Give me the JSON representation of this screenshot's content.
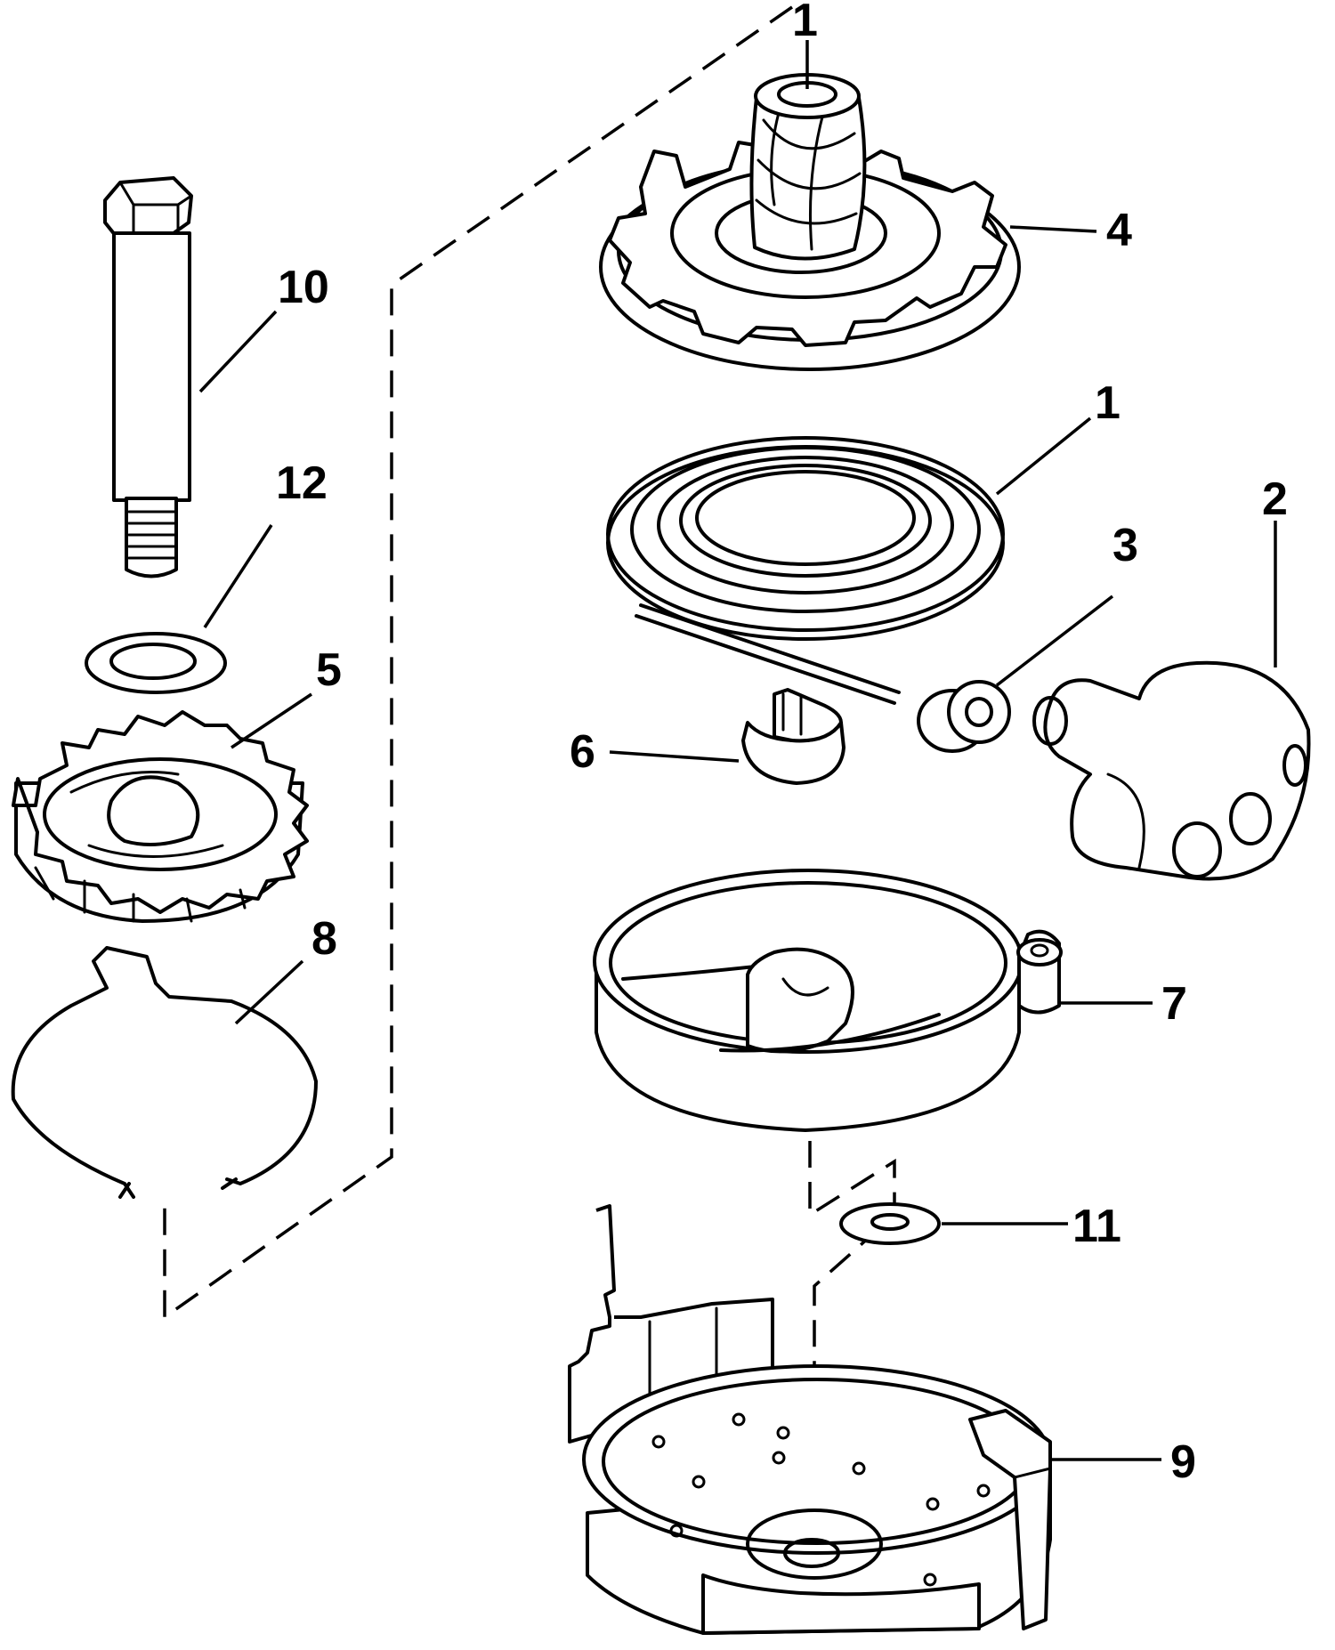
{
  "callouts": [
    {
      "id": "c1a",
      "text": "1"
    },
    {
      "id": "c4",
      "text": "4"
    },
    {
      "id": "c10",
      "text": "10"
    },
    {
      "id": "c1b",
      "text": "1"
    },
    {
      "id": "c2",
      "text": "2"
    },
    {
      "id": "c12",
      "text": "12"
    },
    {
      "id": "c3",
      "text": "3"
    },
    {
      "id": "c5",
      "text": "5"
    },
    {
      "id": "c6",
      "text": "6"
    },
    {
      "id": "c8",
      "text": "8"
    },
    {
      "id": "c7",
      "text": "7"
    },
    {
      "id": "c11",
      "text": "11"
    },
    {
      "id": "c9",
      "text": "9"
    }
  ]
}
